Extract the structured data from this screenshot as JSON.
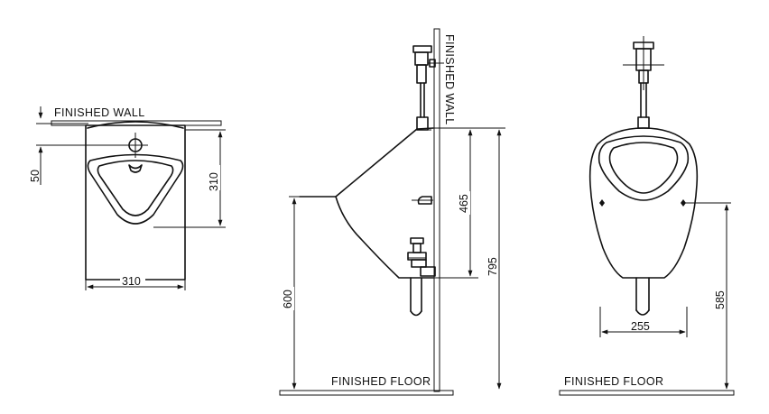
{
  "labels": {
    "finished_wall_top": "FINISHED WALL",
    "finished_wall_side": "FINISHED WALL",
    "finished_floor_side": "FINISHED FLOOR",
    "finished_floor_front": "FINISHED FLOOR"
  },
  "dimensions": {
    "top_offset": "50",
    "top_depth": "310",
    "top_width": "310",
    "side_rim_to_inlet": "465",
    "side_total": "795",
    "side_rim_height": "600",
    "front_width": "255",
    "front_height": "585"
  }
}
